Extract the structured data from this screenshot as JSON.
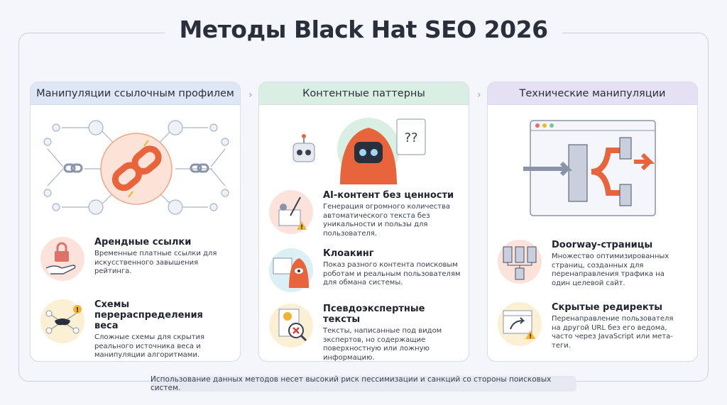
{
  "title": "Методы Black Hat SEO 2026",
  "panels": [
    {
      "header": "Манипуляции ссылочным профилем",
      "items": [
        {
          "title": "Арендные ссылки",
          "desc": "Временные платные ссылки для искусственного завышения рейтинга."
        },
        {
          "title": "Схемы перераспределения веса",
          "desc": "Сложные схемы для скрытия реального источника веса и манипуляции алгоритмами."
        }
      ]
    },
    {
      "header": "Контентные паттерны",
      "items": [
        {
          "title": "AI-контент без ценности",
          "desc": "Генерация огромного количества автоматического текста без уникальности и пользы для пользователя."
        },
        {
          "title": "Клоакинг",
          "desc": "Показ разного контента поисковым роботам и реальным пользователям для обмана системы."
        },
        {
          "title": "Псевдоэкспертные тексты",
          "desc": "Тексты, написанные под видом экспертов, но содержащие поверхностную или ложную информацию."
        }
      ]
    },
    {
      "header": "Технические манипуляции",
      "items": [
        {
          "title": "Doorway-страницы",
          "desc": "Множество оптимизированных страниц, созданных для перенаправления трафика на один целевой сайт."
        },
        {
          "title": "Скрытые редиректы",
          "desc": "Перенаправление пользователя на другой URL без его ведома, часто через JavaScript или мета-теги."
        }
      ]
    }
  ],
  "footer": "Использование данных методов несет высокий риск пессимизации и санкций со стороны поисковых систем.",
  "colors": {
    "accent": "#e8643c",
    "warning": "#f2b233",
    "blue": "#dde7f6",
    "green": "#d9efe4",
    "purple": "#e5e0f4"
  }
}
